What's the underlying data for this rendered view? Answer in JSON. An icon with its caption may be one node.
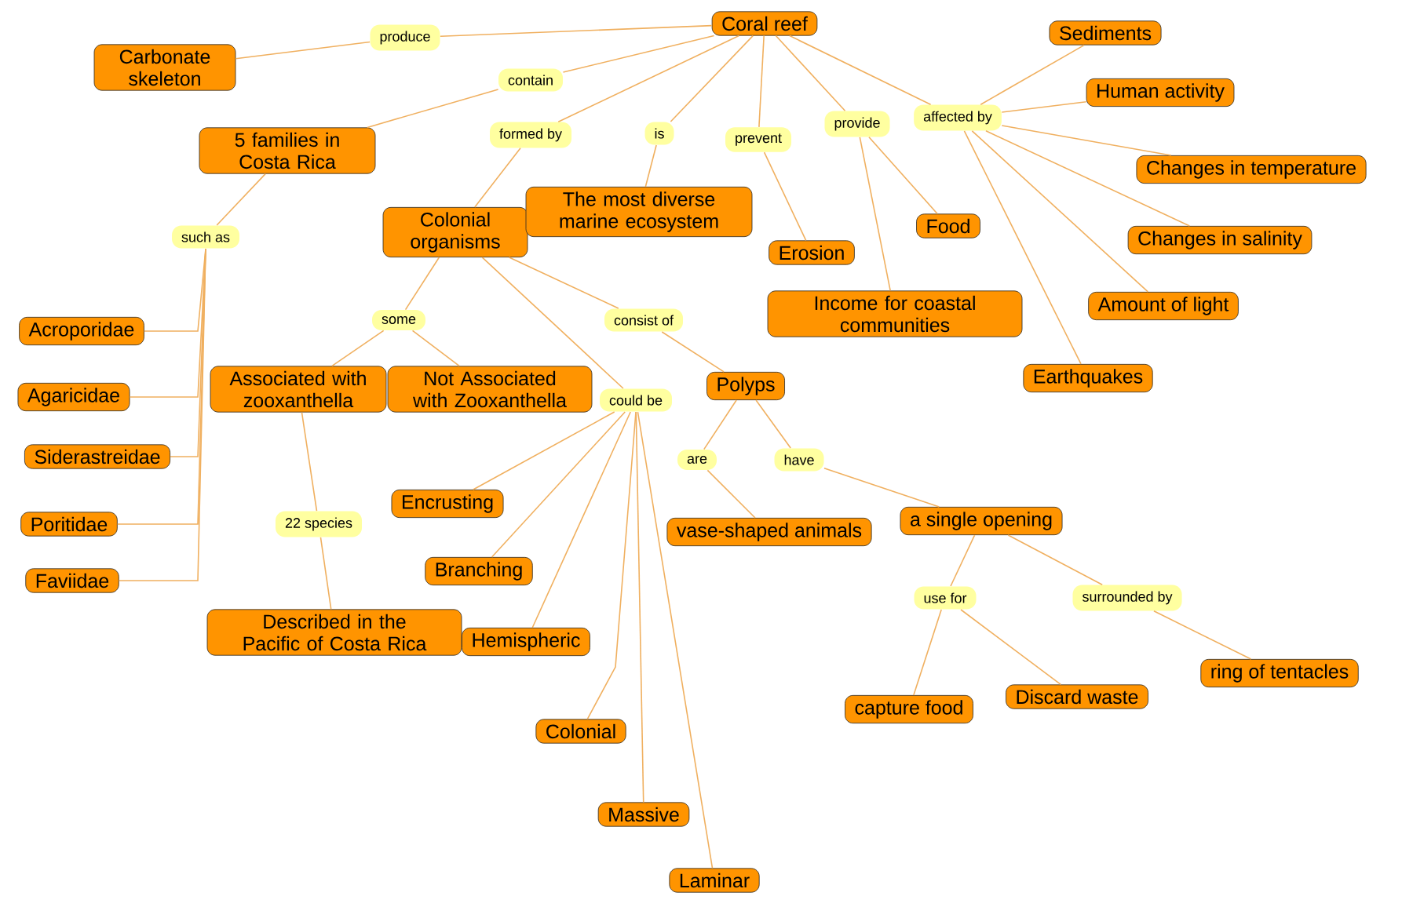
{
  "diagram": {
    "nodes": [
      {
        "text": [
          "Coral reef"
        ]
      },
      {
        "text": [
          "produce"
        ]
      },
      {
        "text": [
          "Carbonate skeleton"
        ]
      },
      {
        "text": [
          "contain"
        ]
      },
      {
        "text": [
          "5 families in Costa Rica"
        ]
      },
      {
        "text": [
          "formed by"
        ]
      },
      {
        "text": [
          "Colonial organisms"
        ]
      },
      {
        "text": [
          "is"
        ]
      },
      {
        "text": [
          "The most diverse marine ecosystem"
        ]
      },
      {
        "text": [
          "prevent"
        ]
      },
      {
        "text": [
          "Erosion"
        ]
      },
      {
        "text": [
          "provide"
        ]
      },
      {
        "text": [
          "Food"
        ]
      },
      {
        "text": [
          "Income for coastal communities"
        ]
      },
      {
        "text": [
          "affected by"
        ]
      },
      {
        "text": [
          "Sediments"
        ]
      },
      {
        "text": [
          "Human activity"
        ]
      },
      {
        "text": [
          "Changes in temperature"
        ]
      },
      {
        "text": [
          "Changes in salinity"
        ]
      },
      {
        "text": [
          "Amount of light"
        ]
      },
      {
        "text": [
          "Earthquakes"
        ]
      },
      {
        "text": [
          "such as"
        ]
      },
      {
        "text": [
          "Acroporidae"
        ]
      },
      {
        "text": [
          "Agaricidae"
        ]
      },
      {
        "text": [
          "Siderastreidae"
        ]
      },
      {
        "text": [
          "Poritidae"
        ]
      },
      {
        "text": [
          "Faviidae"
        ]
      },
      {
        "text": [
          "some"
        ]
      },
      {
        "text": [
          "Associated with zooxanthella"
        ]
      },
      {
        "text": [
          "Not Associated with Zooxanthella"
        ]
      },
      {
        "text": [
          "consist of"
        ]
      },
      {
        "text": [
          "could be"
        ]
      },
      {
        "text": [
          "Polyps"
        ]
      },
      {
        "text": [
          "22 species"
        ]
      },
      {
        "text": [
          "Described in the Pacific of Costa Rica"
        ]
      },
      {
        "text": [
          "Encrusting"
        ]
      },
      {
        "text": [
          "Branching"
        ]
      },
      {
        "text": [
          "Hemispheric"
        ]
      },
      {
        "text": [
          "Colonial"
        ]
      },
      {
        "text": [
          "Massive"
        ]
      },
      {
        "text": [
          "Laminar"
        ]
      },
      {
        "text": [
          "are"
        ]
      },
      {
        "text": [
          "have"
        ]
      },
      {
        "text": [
          "vase-shaped animals"
        ]
      },
      {
        "text": [
          "a single opening"
        ]
      },
      {
        "text": [
          "use for"
        ]
      },
      {
        "text": [
          "surrounded by"
        ]
      },
      {
        "text": [
          "capture food"
        ]
      },
      {
        "text": [
          "Discard waste"
        ]
      },
      {
        "text": [
          "ring of tentacles"
        ]
      }
    ],
    "edges": [
      {
        "from": 0,
        "to": 1,
        "arrow": "none"
      },
      {
        "from": 1,
        "to": 2,
        "arrow": "none"
      },
      {
        "from": 0,
        "to": 3,
        "arrow": "none"
      },
      {
        "from": 3,
        "to": 4,
        "arrow": "none"
      },
      {
        "from": 0,
        "to": 5,
        "arrow": "none"
      },
      {
        "from": 5,
        "to": 6,
        "arrow": "none"
      },
      {
        "from": 0,
        "to": 7,
        "arrow": "none"
      },
      {
        "from": 7,
        "to": 8,
        "arrow": "none"
      },
      {
        "from": 0,
        "to": 9,
        "arrow": "none"
      },
      {
        "from": 9,
        "to": 10,
        "arrow": "none"
      },
      {
        "from": 0,
        "to": 11,
        "arrow": "none"
      },
      {
        "from": 11,
        "to": 12,
        "arrow": "none"
      },
      {
        "from": 11,
        "to": 13,
        "arrow": "none"
      },
      {
        "from": 0,
        "to": 14,
        "arrow": "none"
      },
      {
        "from": 14,
        "to": 15,
        "arrow": "none"
      },
      {
        "from": 14,
        "to": 16,
        "arrow": "none"
      },
      {
        "from": 14,
        "to": 17,
        "arrow": "none"
      },
      {
        "from": 14,
        "to": 18,
        "arrow": "none"
      },
      {
        "from": 14,
        "to": 19,
        "arrow": "none"
      },
      {
        "from": 14,
        "to": 20,
        "arrow": "none"
      },
      {
        "from": 4,
        "to": 21,
        "arrow": "none"
      },
      {
        "from": 21,
        "to": 22,
        "arrow": "none"
      },
      {
        "from": 21,
        "to": 23,
        "arrow": "none"
      },
      {
        "from": 21,
        "to": 24,
        "arrow": "none"
      },
      {
        "from": 21,
        "to": 25,
        "arrow": "none"
      },
      {
        "from": 21,
        "to": 26,
        "arrow": "none"
      },
      {
        "from": 6,
        "to": 27,
        "arrow": "none"
      },
      {
        "from": 27,
        "to": 28,
        "arrow": "none"
      },
      {
        "from": 27,
        "to": 29,
        "arrow": "none"
      },
      {
        "from": 6,
        "to": 30,
        "arrow": "none"
      },
      {
        "from": 30,
        "to": 32,
        "arrow": "none"
      },
      {
        "from": 6,
        "to": 31,
        "arrow": "none"
      },
      {
        "from": 31,
        "to": 35,
        "arrow": "none"
      },
      {
        "from": 31,
        "to": 36,
        "arrow": "none"
      },
      {
        "from": 31,
        "to": 37,
        "arrow": "none"
      },
      {
        "from": 31,
        "to": 38,
        "arrow": "none"
      },
      {
        "from": 31,
        "to": 39,
        "arrow": "none"
      },
      {
        "from": 31,
        "to": 40,
        "arrow": "none"
      },
      {
        "from": 28,
        "to": 33,
        "arrow": "none"
      },
      {
        "from": 33,
        "to": 34,
        "arrow": "none"
      },
      {
        "from": 32,
        "to": 41,
        "arrow": "none"
      },
      {
        "from": 41,
        "to": 43,
        "arrow": "none"
      },
      {
        "from": 32,
        "to": 42,
        "arrow": "none"
      },
      {
        "from": 42,
        "to": 44,
        "arrow": "none"
      },
      {
        "from": 44,
        "to": 45,
        "arrow": "none"
      },
      {
        "from": 45,
        "to": 47,
        "arrow": "none"
      },
      {
        "from": 45,
        "to": 48,
        "arrow": "none"
      },
      {
        "from": 44,
        "to": 46,
        "arrow": "none"
      },
      {
        "from": 46,
        "to": 49,
        "arrow": "none"
      }
    ]
  }
}
